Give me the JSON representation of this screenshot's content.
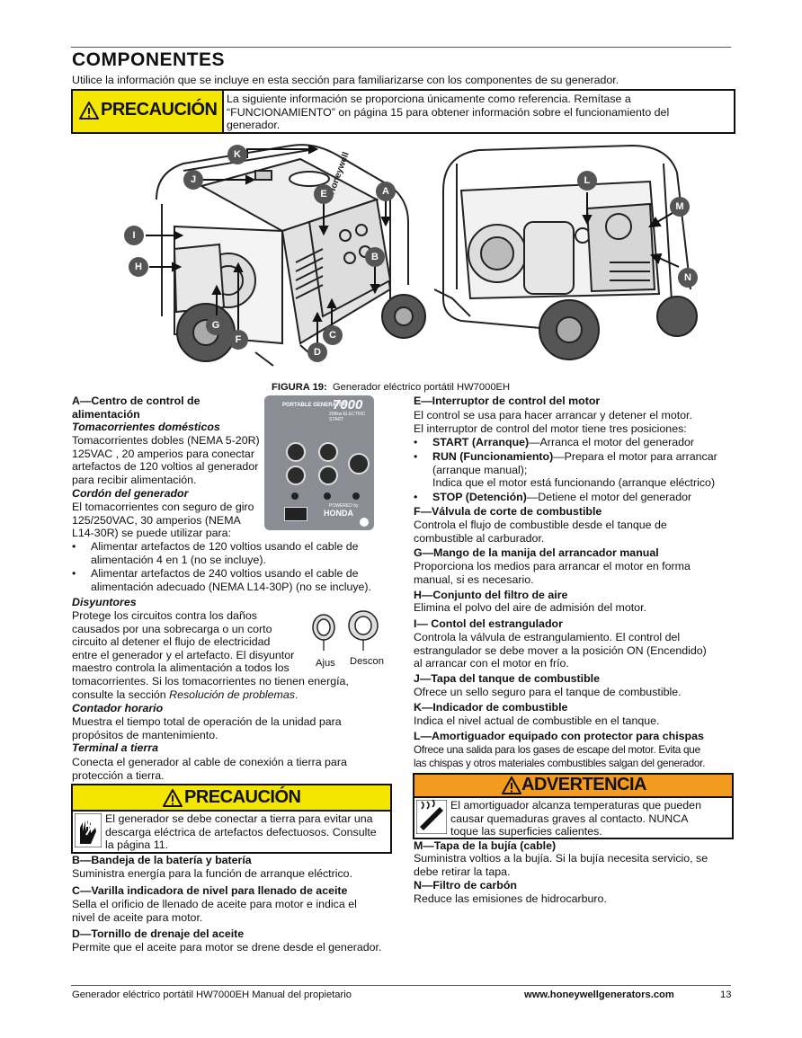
{
  "header": {
    "title": "COMPONENTES",
    "intro": "Utilice la información que se incluye en esta sección para familiarizarse con los componentes de su generador."
  },
  "caution_top": {
    "badge": "PRECAUCIÓN",
    "lines": [
      "La siguiente información se proporciona únicamente como referencia. Remítase a",
      "“FUNCIONAMIENTO” on página 15 para obtener información sobre el funcionamiento del",
      "generador."
    ]
  },
  "figure": {
    "caption_label": "FIGURA 19:",
    "caption_text": "Generador eléctrico portátil HW7000EH",
    "left_labels": [
      "K",
      "J",
      "E",
      "A",
      "I",
      "H",
      "B",
      "G",
      "F",
      "C",
      "D"
    ],
    "right_labels": [
      "L",
      "M",
      "N"
    ],
    "brand": "Honeywell"
  },
  "panel": {
    "header_left": "PORTABLE GENERATOR",
    "model": "7000",
    "sub": "208kw ELECTRIC START",
    "brand": "HONDA",
    "powered": "POWERED by"
  },
  "breakers": {
    "ajus": "Ajus",
    "descon": "Descon"
  },
  "left_col": {
    "a_head1": "A—Centro de control de",
    "a_head2": "alimentación",
    "tom_dom": "Tomacorrientes domésticos",
    "tom_lines": [
      "Tomacorrientes dobles (NEMA 5-20R)",
      "125VAC , 20 amperios para conectar",
      "artefactos de 120 voltios al generador",
      "para recibir alimentación."
    ],
    "cordon": "Cordón del generador",
    "cordon_lines": [
      "El tomacorrientes con seguro de giro",
      "125/250VAC, 30 amperios (NEMA",
      "L14-30R) se puede utilizar para:"
    ],
    "bullet1": [
      "Alimentar artefactos de 120 voltios usando el cable de",
      "alimentación 4 en 1 (no se incluye)."
    ],
    "bullet2": [
      "Alimentar artefactos de 240 voltios usando el cable de",
      "alimentación adecuado (NEMA L14-30P) (no se incluye)."
    ],
    "disy": "Disyuntores",
    "disy_lines": [
      "Protege los circuitos contra los daños",
      "causados por una sobrecarga o un corto",
      "circuito al detener el flujo de electricidad",
      "entre el generador y el artefacto. El disyuntor",
      "maestro controla la alimentación a todos los"
    ],
    "disy_full1": "tomacorrientes. Si los tomacorrientes no tienen energía,",
    "disy_full2a": "consulte la sección ",
    "disy_full2b": "Resolución de problemas",
    "disy_full2c": ".",
    "contador": "Contador horario",
    "contador_lines": [
      "Muestra el tiempo total de operación de la unidad para",
      "propósitos de mantenimiento."
    ],
    "terminal": "Terminal a tierra",
    "terminal_lines": [
      "Conecta el generador al cable de conexión a tierra para",
      "protección a tierra."
    ],
    "caution_badge": "PRECAUCIÓN",
    "caution_lines": [
      "El generador se debe conectar a tierra para evitar una",
      "descarga eléctrica de artefactos defectuosos. Consulte",
      "la página 11."
    ],
    "b_head": "B—Bandeja de la batería y batería",
    "b_text": "Suministra energía para la función de arranque eléctrico.",
    "c_head": "C—Varilla indicadora de nivel para llenado de aceite",
    "c_lines": [
      "Sella el orificio de llenado de aceite para motor e indica el",
      "nivel de aceite para motor."
    ],
    "d_head": "D—Tornillo de drenaje del aceite",
    "d_text": "Permite que el aceite para motor se drene desde el generador."
  },
  "right_col": {
    "e_head": "E—Interruptor de control del motor",
    "e_lines": [
      "El control se usa para hacer arrancar y detener el motor.",
      "El interruptor de control del motor tiene tres posiciones:"
    ],
    "start_b": "START (Arranque)",
    "start_t": "—Arranca el motor del generador",
    "run_b": "RUN (Funcionamiento)",
    "run_t": "—Prepara el motor para arrancar",
    "run_l2": "(arranque manual);",
    "run_l3": "Indica que el motor está funcionando (arranque eléctrico)",
    "stop_b": "STOP (Detención)",
    "stop_t": "—Detiene el motor del generador",
    "f_head": "F—Válvula de corte de combustible",
    "f_lines": [
      "Controla el flujo de combustible desde el tanque de",
      "combustible al carburador."
    ],
    "g_head": "G—Mango de la manija del arrancador manual",
    "g_lines": [
      "Proporciona los medios para arrancar el motor en forma",
      "manual, si es necesario."
    ],
    "h_head": "H—Conjunto del filtro de aire",
    "h_text": "Elimina el polvo del aire de admisión del motor.",
    "i_head": "I— Contol del estrangulador",
    "i_lines": [
      "Controla la válvula de estrangulamiento. El control del",
      "estrangulador se debe mover a la posición ON (Encendido)",
      "al arrancar con el motor en frío."
    ],
    "j_head": "J—Tapa del tanque de combustible",
    "j_text": "Ofrece un sello seguro para el tanque de combustible.",
    "k_head": "K—Indicador de combustible",
    "k_text": "Indica el nivel actual de combustible en el tanque.",
    "l_head": "L—Amortiguador equipado con protector para chispas",
    "l_lines": [
      "Ofrece una salida para los gases de escape del motor. Evita que",
      "las chispas y otros materiales combustibles salgan del generador."
    ],
    "warn_badge": "ADVERTENCIA",
    "warn_lines": [
      "El amortiguador alcanza temperaturas que pueden",
      "causar quemaduras graves al contacto. NUNCA",
      "toque las superficies calientes."
    ],
    "m_head": "M—Tapa de la bujía (cable)",
    "m_lines": [
      "Suministra voltios a la bujía. Si la bujía necesita servicio, se",
      "debe retirar la tapa."
    ],
    "n_head": "N—Filtro de carbón",
    "n_text": "Reduce las emisiones de hidrocarburo."
  },
  "footer": {
    "left": "Generador eléctrico portátil HW7000EH Manual del propietario",
    "url": "www.honeywellgenerators.com",
    "page": "13"
  }
}
